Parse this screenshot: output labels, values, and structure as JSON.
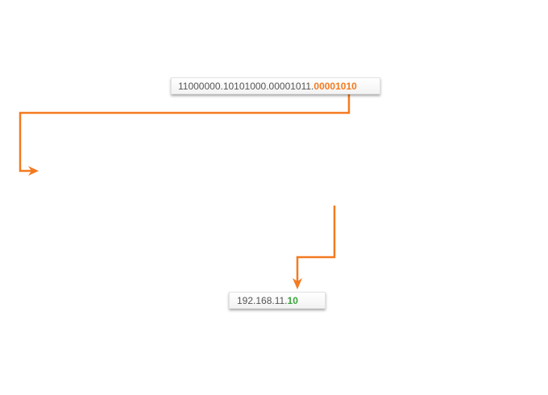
{
  "binary_address": {
    "prefix": "11000000.10101000.00001011.",
    "highlight": "00001010"
  },
  "decimal_address": {
    "prefix": "192.168.11.",
    "highlight": "10"
  },
  "colors": {
    "arrow": "#f47a20",
    "binary_highlight": "#f47a20",
    "decimal_highlight": "#3aa53a"
  }
}
